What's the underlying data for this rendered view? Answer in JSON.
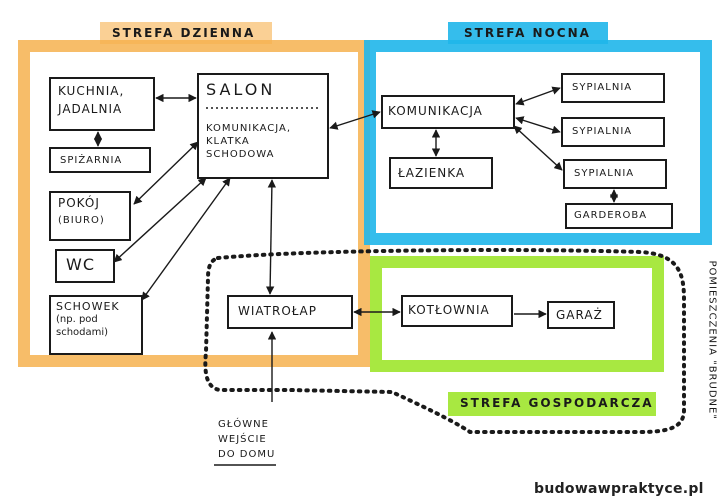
{
  "colors": {
    "day_zone": "#f6b14f",
    "night_zone": "#1fb6ea",
    "utility_zone": "#9ee62c",
    "ink": "#1a1a1a"
  },
  "zones": {
    "day": {
      "title": "STREFA DZIENNA"
    },
    "night": {
      "title": "STREFA NOCNA"
    },
    "utility": {
      "title": "STREFA GOSPODARCZA"
    }
  },
  "rooms": {
    "kitchen": {
      "line1": "KUCHNIA,",
      "line2": "JADALNIA"
    },
    "pantry": {
      "label": "SPIŻARNIA"
    },
    "salon": {
      "title": "SALON",
      "line1": "KOMUNIKACJA,",
      "line2": "KLATKA",
      "line3": "SCHODOWA"
    },
    "office": {
      "line1": "POKÓJ",
      "line2": "(BIURO)"
    },
    "wc": {
      "label": "WC"
    },
    "storage": {
      "line1": "SCHOWEK",
      "line2": "(np. pod",
      "line3": "schodami)"
    },
    "corridor": {
      "label": "KOMUNIKACJA"
    },
    "bathroom": {
      "label": "ŁAZIENKA"
    },
    "bedroom1": {
      "label": "SYPIALNIA"
    },
    "bedroom2": {
      "label": "SYPIALNIA"
    },
    "bedroom3": {
      "label": "SYPIALNIA"
    },
    "wardrobe": {
      "label": "GARDEROBA"
    },
    "vestibule": {
      "label": "WIATROŁAP"
    },
    "boiler": {
      "label": "KOTŁOWNIA"
    },
    "garage": {
      "label": "GARAŻ"
    }
  },
  "annotations": {
    "dirty_rooms": "POMIESZCZENIA \"BRUDNE\"",
    "entrance": {
      "line1": "GŁÓWNE",
      "line2": "WEJŚCIE",
      "line3": "DO DOMU"
    }
  },
  "footer": {
    "site": "budowawpraktyce.pl"
  }
}
